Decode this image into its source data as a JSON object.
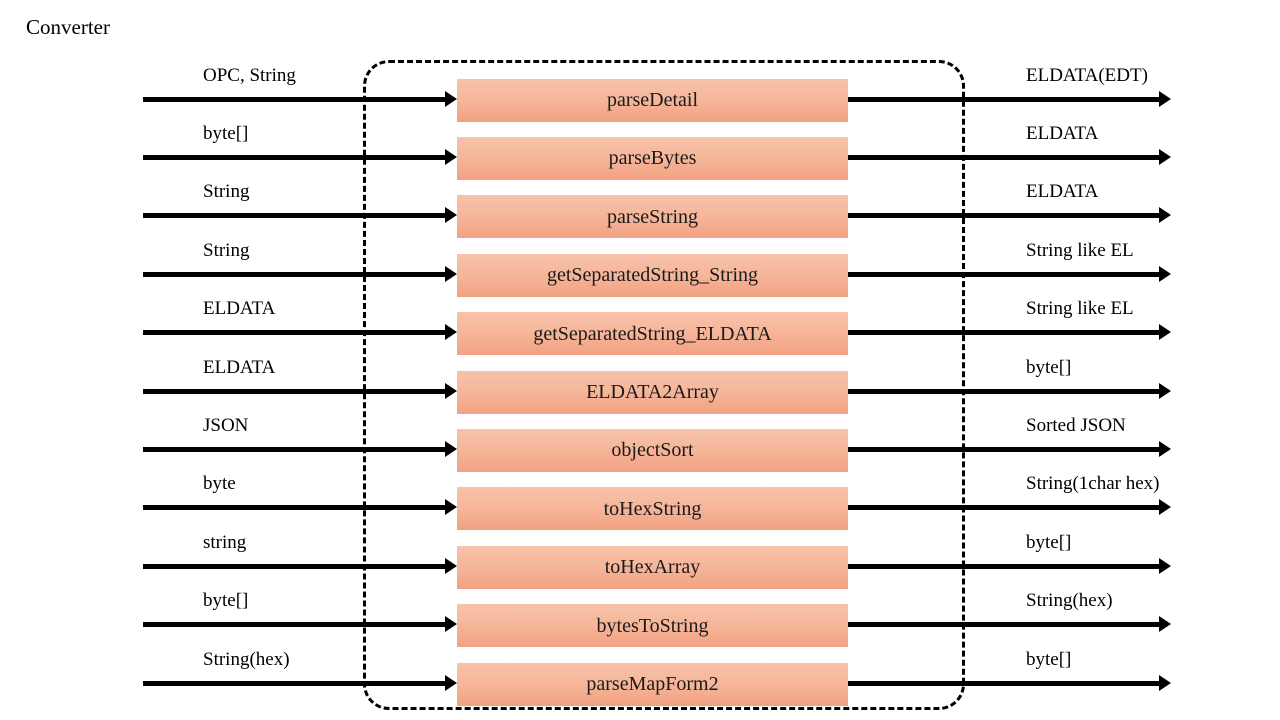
{
  "diagram": {
    "title": "Converter",
    "type": "block-diagram",
    "group_boundary_style": "dashed-rounded-rectangle",
    "colors": {
      "box_fill_top": "#F7C3AB",
      "box_fill_bottom": "#F2A182",
      "line": "#000000",
      "text": "#000000",
      "background": "#FFFFFF"
    },
    "rows": [
      {
        "input": "OPC, String",
        "function": "parseDetail",
        "output": "ELDATA(EDT)"
      },
      {
        "input": "byte[]",
        "function": "parseBytes",
        "output": "ELDATA"
      },
      {
        "input": "String",
        "function": "parseString",
        "output": "ELDATA"
      },
      {
        "input": "String",
        "function": "getSeparatedString_String",
        "output": "String like EL"
      },
      {
        "input": "ELDATA",
        "function": "getSeparatedString_ELDATA",
        "output": "String like EL"
      },
      {
        "input": "ELDATA",
        "function": "ELDATA2Array",
        "output": "byte[]"
      },
      {
        "input": "JSON",
        "function": "objectSort",
        "output": "Sorted JSON"
      },
      {
        "input": "byte",
        "function": "toHexString",
        "output": "String(1char hex)"
      },
      {
        "input": "string",
        "function": "toHexArray",
        "output": "byte[]"
      },
      {
        "input": "byte[]",
        "function": "bytesToString",
        "output": "String(hex)"
      },
      {
        "input": "String(hex)",
        "function": "parseMapForm2",
        "output": "byte[]"
      }
    ]
  }
}
